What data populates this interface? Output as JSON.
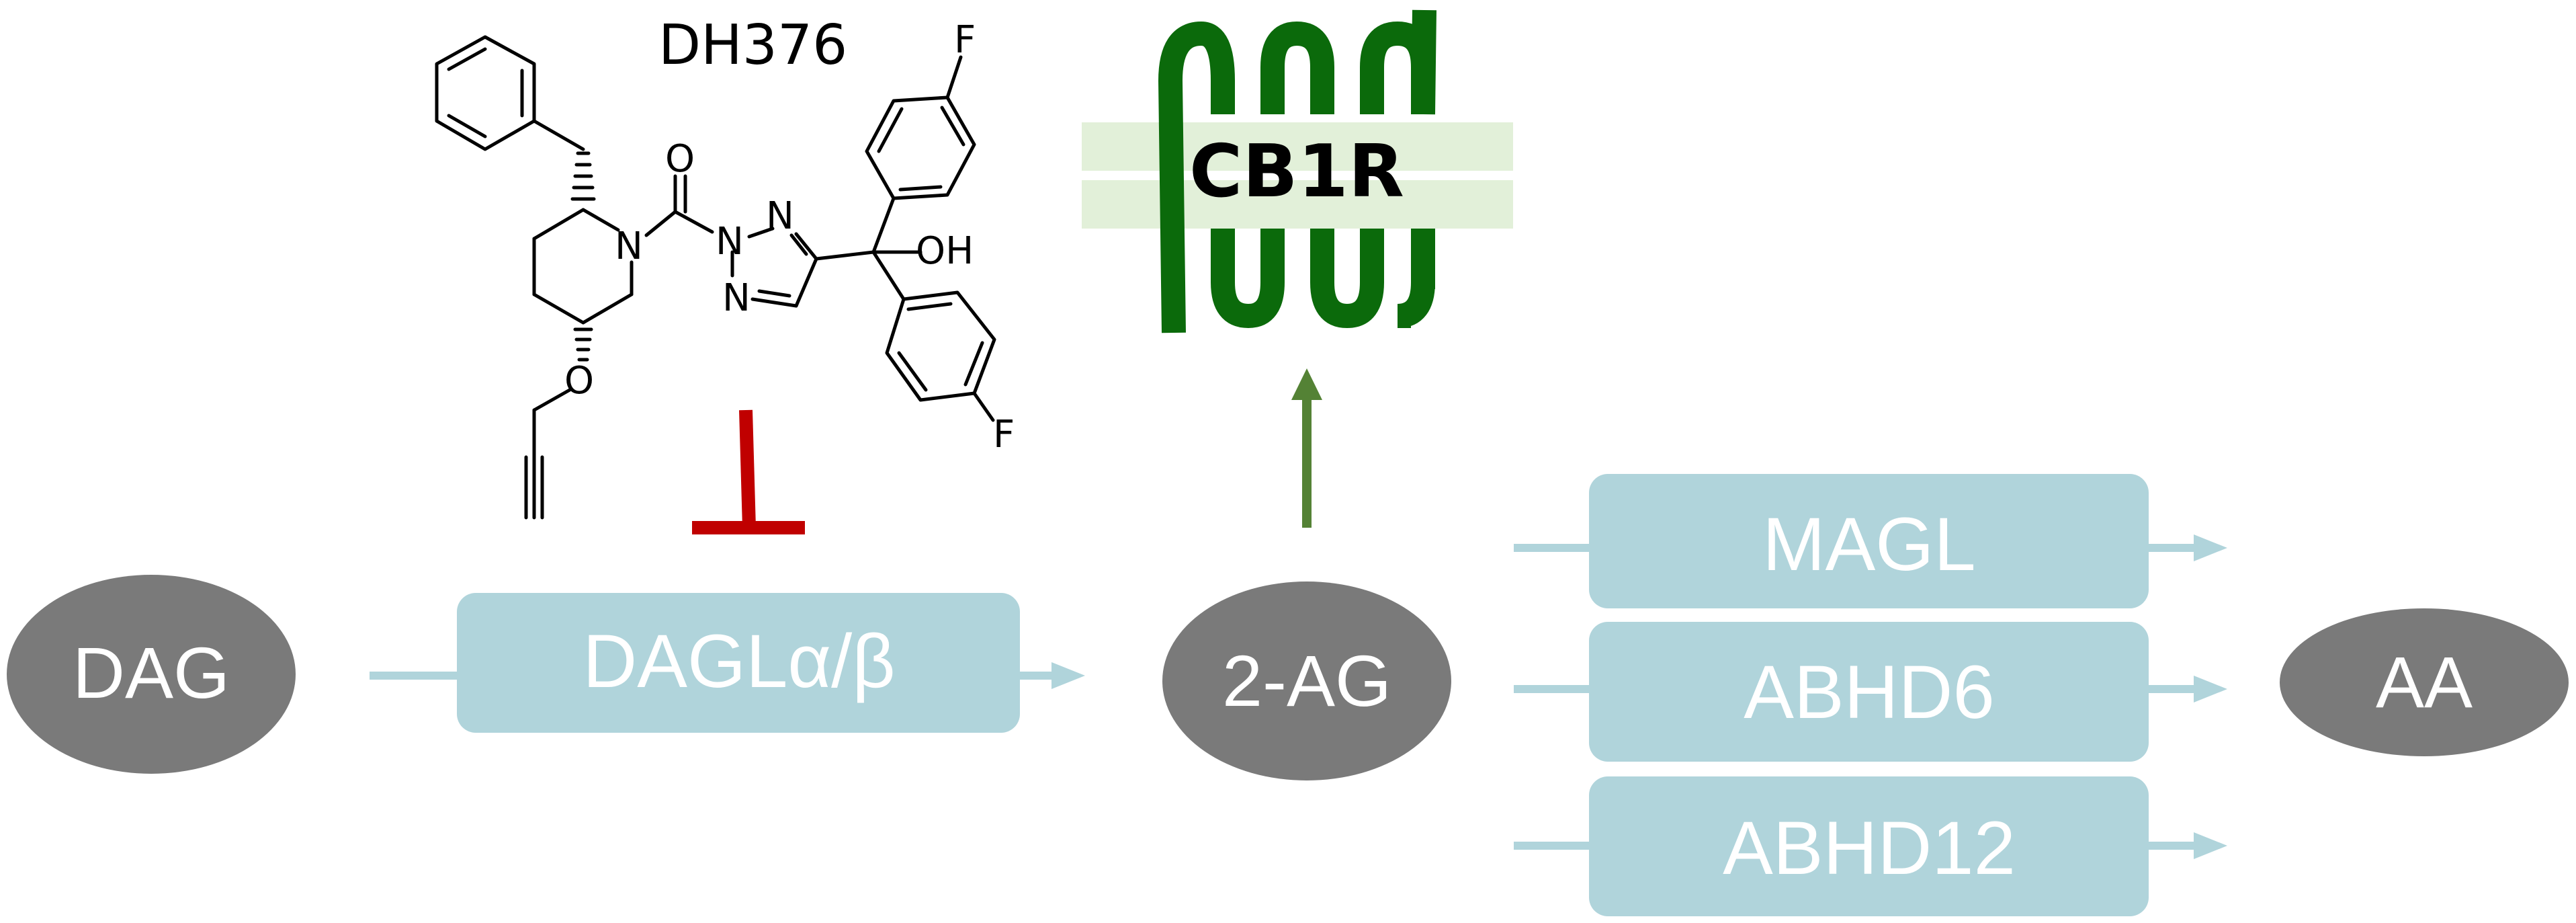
{
  "colors": {
    "node_fill": "#7a7a7a",
    "enzyme_fill": "#b0d4db",
    "line": "#b0d4db",
    "inhibit": "#c00000",
    "activate": "#548235",
    "receptor": "#0b6a0b",
    "membrane": "#e2f0d9",
    "text_light": "#ffffff",
    "text_dark": "#000000"
  },
  "compound": {
    "name": "DH376",
    "atoms": {
      "o_carbonyl": "O",
      "n_piperidine": "N",
      "n_triazole_1": "N",
      "n_triazole_2": "N",
      "n_triazole_3": "N",
      "oh": "OH",
      "o_ether": "O",
      "f_top": "F",
      "f_bottom": "F"
    },
    "inhibits": "DAGLα/β"
  },
  "receptor": {
    "label": "CB1R"
  },
  "pathway": {
    "substrate": "DAG",
    "enzyme": "DAGLα/β",
    "product": "2-AG",
    "end_product": "AA",
    "hydrolases": [
      "MAGL",
      "ABHD6",
      "ABHD12"
    ]
  }
}
